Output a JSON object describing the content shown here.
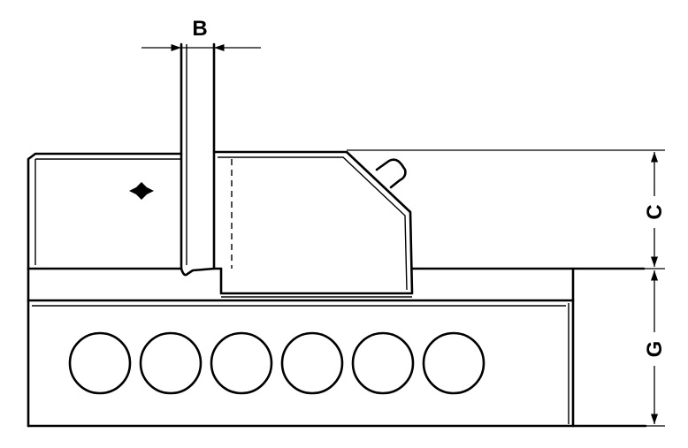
{
  "dimensions": {
    "b": {
      "label": "B"
    },
    "c": {
      "label": "C"
    },
    "g": {
      "label": "G"
    }
  },
  "holes": {
    "count": 6
  },
  "colors": {
    "stroke": "#000000",
    "background": "#ffffff"
  }
}
